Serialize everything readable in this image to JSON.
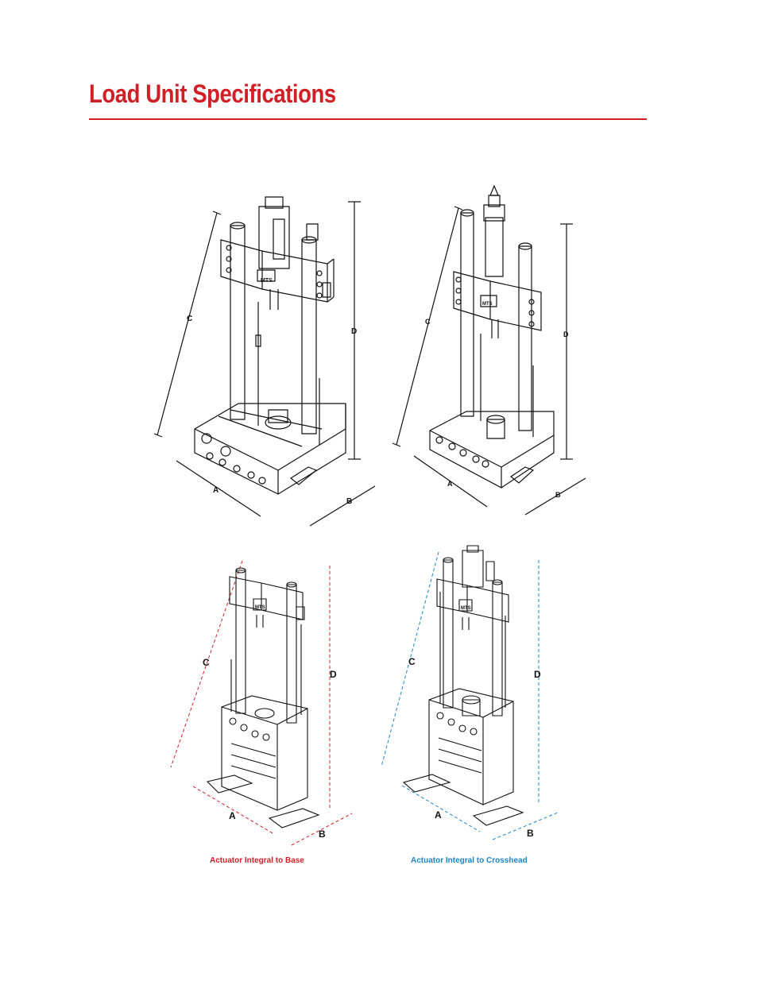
{
  "page": {
    "title": "Load Unit Specifications",
    "accent_color": "#d21f26",
    "blue_color": "#1a86c6"
  },
  "figures": {
    "dimension_labels": {
      "a": "A",
      "b": "B",
      "c": "C",
      "d": "D"
    },
    "crosshead_badge": "MTS",
    "captions": {
      "integral_to_base": "Actuator Integral to Base",
      "integral_to_crosshead": "Actuator Integral to Crosshead"
    }
  }
}
